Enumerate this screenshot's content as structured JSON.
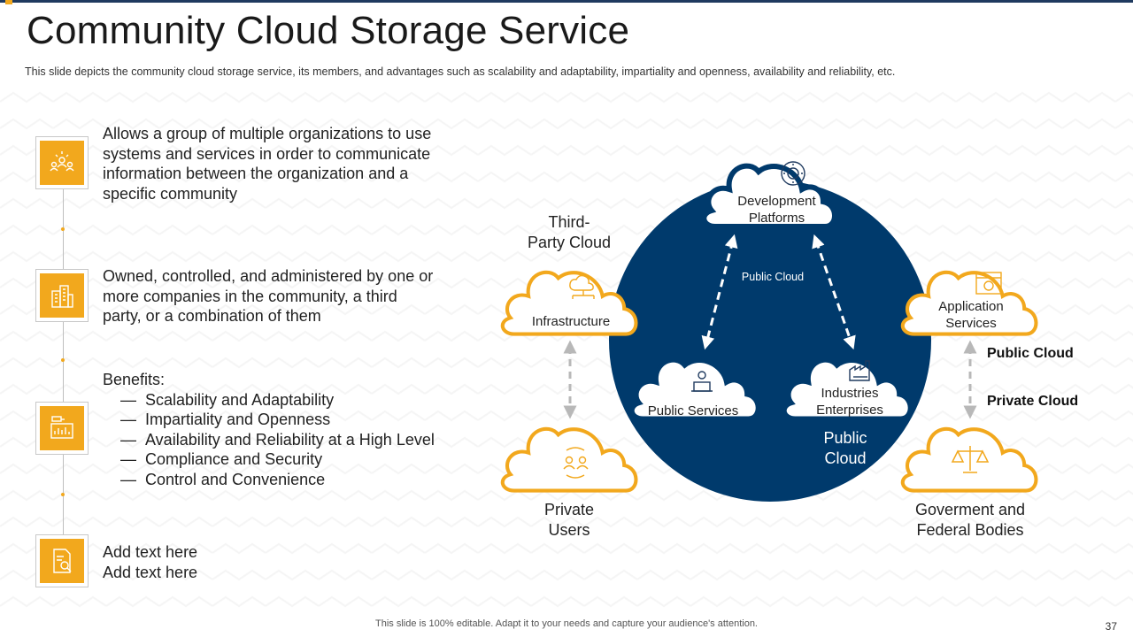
{
  "slide": {
    "title": "Community Cloud Storage Service",
    "subtitle": "This slide depicts the community cloud storage service, its members, and advantages  such as scalability and adaptability, impartiality and openness, availability and reliability, etc.",
    "footer": "This slide is 100% editable. Adapt it to your needs and capture your audience's attention.",
    "page_number": "37"
  },
  "left_panel": {
    "block1": {
      "icon": "people-network-icon",
      "lines": [
        "Allows a group of multiple organizations to use",
        "systems and services in order to communicate",
        "information between the organization and a",
        "specific community"
      ]
    },
    "block2": {
      "icon": "buildings-icon",
      "lines": [
        "Owned, controlled, and administered by one or",
        "more companies in the community, a third",
        "party, or a combination of them"
      ]
    },
    "block3": {
      "icon": "presentation-chart-icon",
      "heading": "Benefits:",
      "bullet": "—",
      "items": [
        "Scalability and Adaptability",
        "Impartiality and Openness",
        "Availability and Reliability at a High Level",
        "Compliance and Security",
        "Control and Convenience"
      ]
    },
    "block4": {
      "icon": "document-search-icon",
      "lines": [
        "Add text here",
        "Add text here"
      ]
    }
  },
  "diagram": {
    "circle_color": "#003a6c",
    "accent_color": "#f2a81d",
    "third_party_label": [
      "Third-",
      "Party Cloud"
    ],
    "public_cloud_label": [
      "Public",
      "Cloud"
    ],
    "public_cloud_arrow_label": "Public Cloud",
    "private_users_label": [
      "Private",
      "Users"
    ],
    "government_label": [
      "Goverment and",
      "Federal Bodies"
    ],
    "side_public_label": "Public Cloud",
    "side_private_label": "Private Cloud",
    "clouds": {
      "development": {
        "lines": [
          "Development",
          "Platforms"
        ],
        "icon": "gear-cycle-icon"
      },
      "public_services": {
        "lines": [
          "Public Services"
        ],
        "icon": "service-desk-icon"
      },
      "industries": {
        "lines": [
          "Industries",
          "Enterprises"
        ],
        "icon": "factory-icon"
      },
      "infrastructure": {
        "lines": [
          "Infrastructure"
        ],
        "icon": "cloud-network-icon"
      },
      "application": {
        "lines": [
          "Application",
          "Services"
        ],
        "icon": "browser-gear-icon"
      },
      "private_users": {
        "icon": "user-exchange-icon"
      },
      "government": {
        "icon": "scales-icon"
      }
    }
  }
}
